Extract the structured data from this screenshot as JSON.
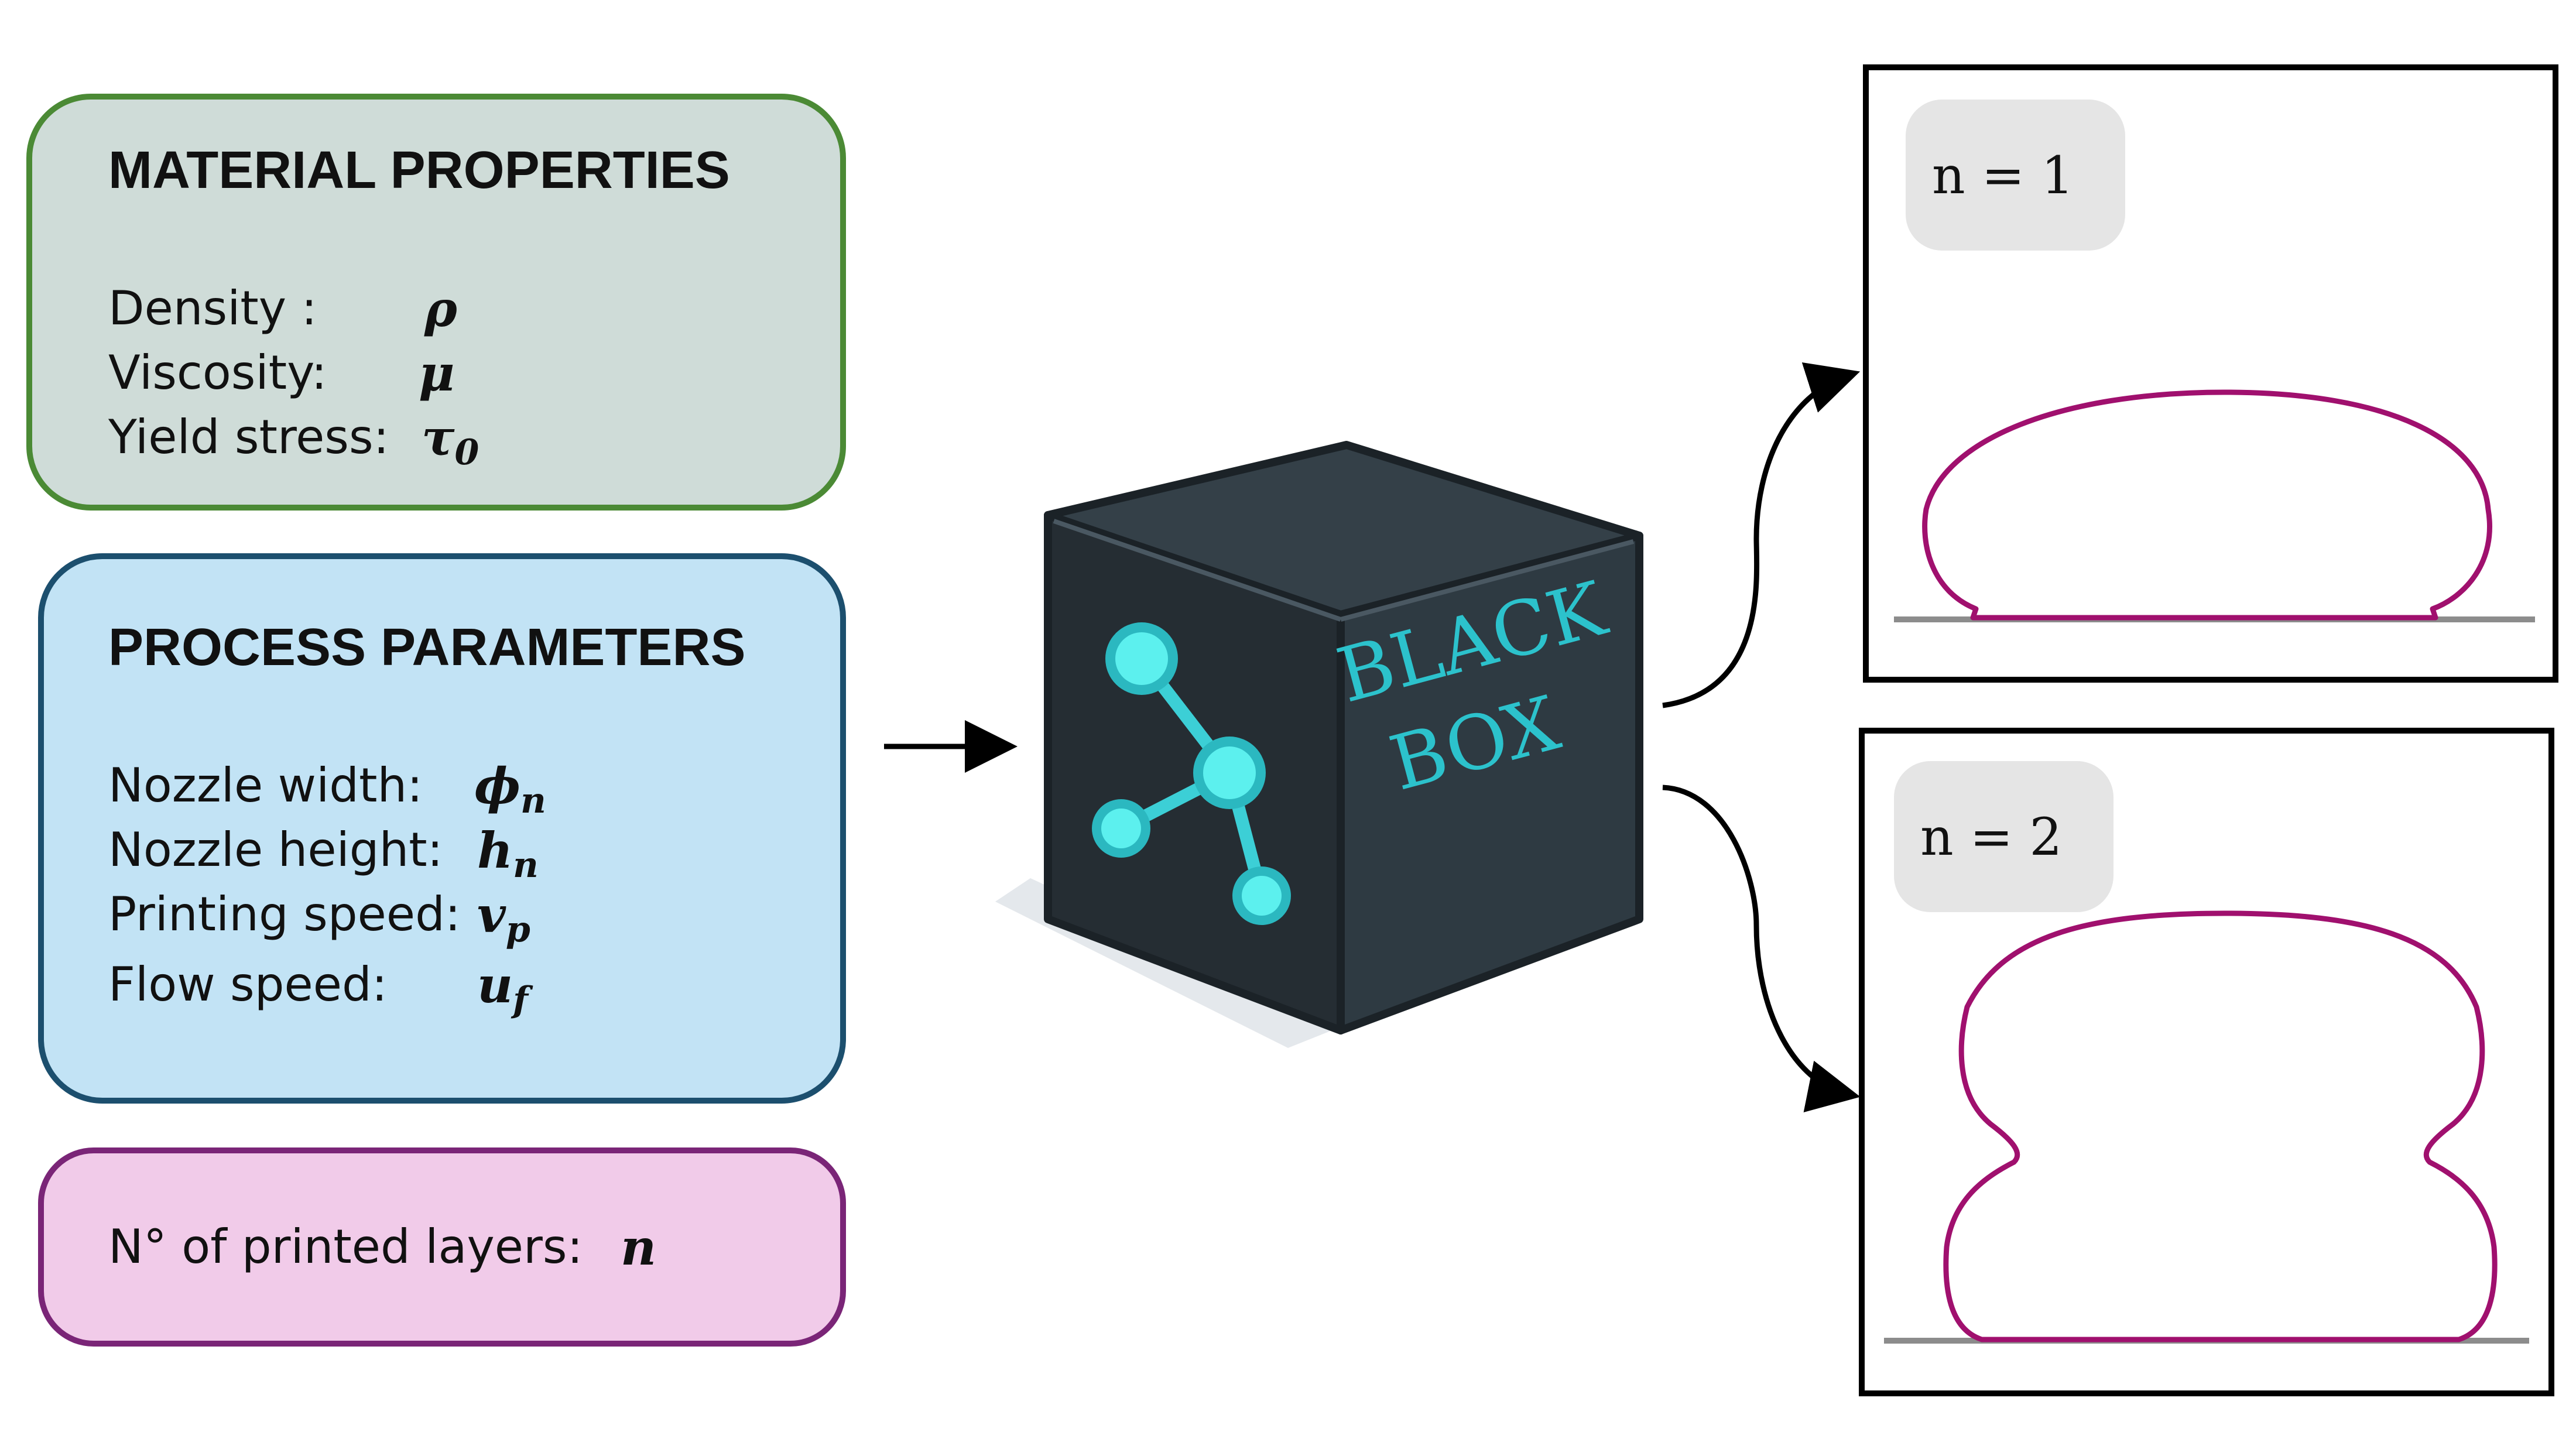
{
  "material": {
    "title": "MATERIAL PROPERTIES",
    "rows": [
      {
        "label": "Density :",
        "symbol": "ρ",
        "sub": ""
      },
      {
        "label": "Viscosity:",
        "symbol": "μ",
        "sub": ""
      },
      {
        "label": "Yield stress:",
        "symbol": "τ",
        "sub": "0"
      }
    ]
  },
  "process": {
    "title": "PROCESS PARAMETERS",
    "rows": [
      {
        "label": "Nozzle width:",
        "symbol": "ϕ",
        "sub": "n"
      },
      {
        "label": "Nozzle height:",
        "symbol": "h",
        "sub": "n"
      },
      {
        "label": "Printing speed:",
        "symbol": "v",
        "sub": "p"
      },
      {
        "label": "Flow speed:",
        "symbol": "u",
        "sub": "f"
      }
    ]
  },
  "layers": {
    "label": "N° of printed layers:",
    "symbol": "n"
  },
  "black_box": {
    "line1": "BLACK",
    "line2": "BOX"
  },
  "outputs": [
    {
      "label": "n = 1"
    },
    {
      "label": "n = 2"
    }
  ],
  "colors": {
    "profile": "#a0106e",
    "substrate": "#8c8c8c",
    "cube_accent": "#48e6e6"
  }
}
